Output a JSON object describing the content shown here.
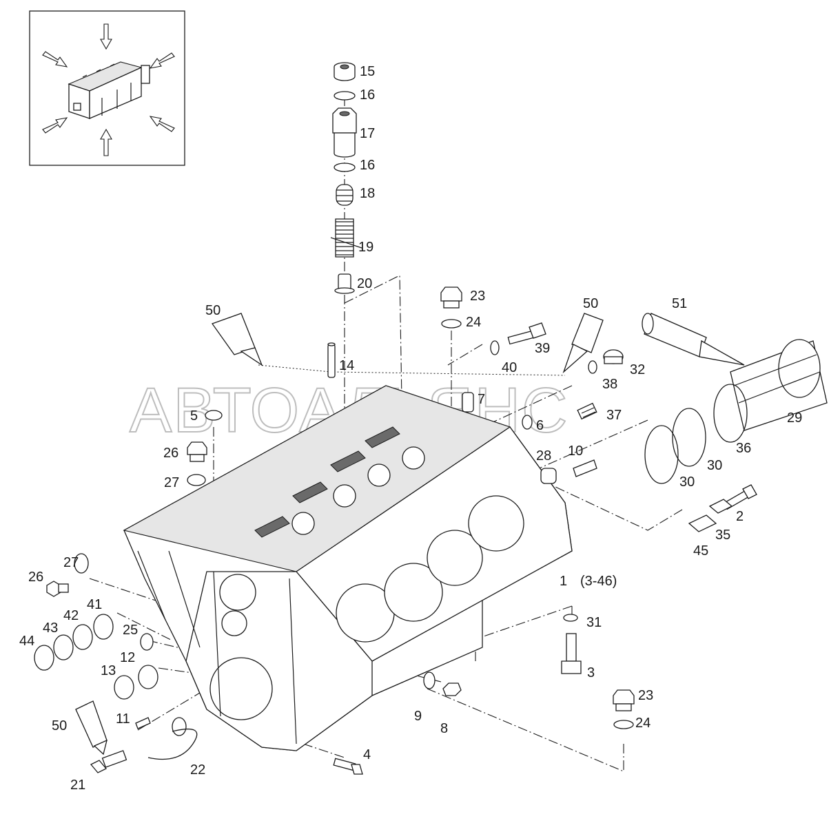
{
  "watermark": "АВТОАЛЬЯНС",
  "assembly_range": "(3-46)",
  "labels": {
    "l15": "15",
    "l16a": "16",
    "l17": "17",
    "l16b": "16",
    "l18": "18",
    "l19": "19",
    "l20": "20",
    "l23a": "23",
    "l24a": "24",
    "l50a": "50",
    "l51": "51",
    "l50b": "50",
    "l39": "39",
    "l40": "40",
    "l14": "14",
    "l32": "32",
    "l38": "38",
    "l37": "37",
    "l7": "7",
    "l6": "6",
    "l5": "5",
    "l26a": "26",
    "l27a": "27",
    "l28": "28",
    "l10": "10",
    "l29": "29",
    "l36": "36",
    "l30a": "30",
    "l30b": "30",
    "l2": "2",
    "l35": "35",
    "l45": "45",
    "l1": "1",
    "l27b": "27",
    "l26b": "26",
    "l41": "41",
    "l42": "42",
    "l43": "43",
    "l44": "44",
    "l25": "25",
    "l12": "12",
    "l13": "13",
    "l31": "31",
    "l3": "3",
    "l9": "9",
    "l8": "8",
    "l23b": "23",
    "l24b": "24",
    "l50c": "50",
    "l11": "11",
    "l22": "22",
    "l21": "21",
    "l4": "4"
  }
}
